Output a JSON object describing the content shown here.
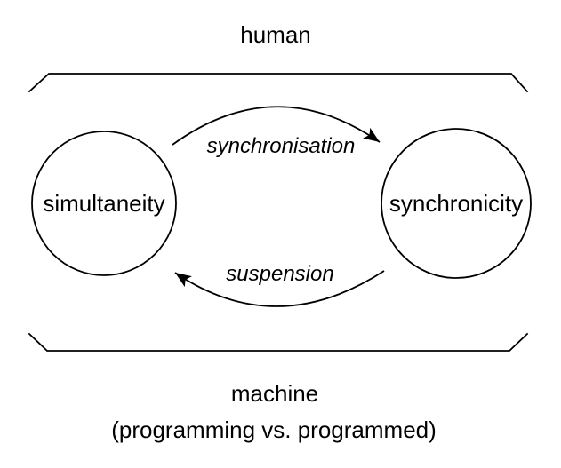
{
  "diagram": {
    "top_label": "human",
    "bottom_label": "machine",
    "bottom_sublabel": "(programming vs. programmed)",
    "nodes": [
      {
        "id": "left",
        "label": "simultaneity"
      },
      {
        "id": "right",
        "label": "synchronicity"
      }
    ],
    "arrows": [
      {
        "id": "top",
        "label": "synchronisation",
        "direction": "left-to-right"
      },
      {
        "id": "bottom",
        "label": "suspension",
        "direction": "right-to-left"
      }
    ],
    "colors": {
      "ink": "#000000",
      "background": "#ffffff"
    }
  }
}
